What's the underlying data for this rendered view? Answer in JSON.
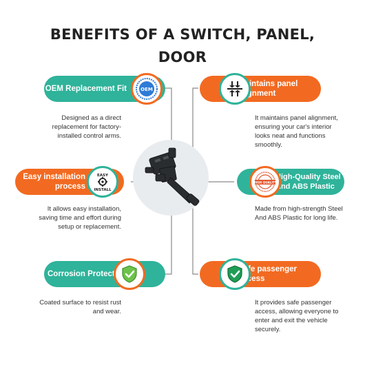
{
  "title_line1": "BENEFITS OF A SWITCH, PANEL,",
  "title_line2": "DOOR",
  "colors": {
    "teal": "#2fb39a",
    "orange": "#f26a21",
    "text": "#222222"
  },
  "features": [
    {
      "id": "oem",
      "label": "OEM Replacement Fit",
      "icon": "oem-seal-icon",
      "icon_text": "OEM",
      "description": "Designed as a direct replacement for factory-installed control arms."
    },
    {
      "id": "alignment",
      "label": "Maintains panel alignment",
      "icon": "alignment-arrows-icon",
      "description": "It maintains panel alignment, ensuring your car's interior looks neat and functions smoothly."
    },
    {
      "id": "installation",
      "label": "Easy installation process",
      "icon": "easy-install-icon",
      "icon_text_top": "EASY",
      "icon_text_bottom": "INSTALL",
      "description": "It allows easy installation, saving time and effort during setup or replacement."
    },
    {
      "id": "quality",
      "label": "High-Quality Steel And ABS Plastic",
      "icon": "high-quality-badge-icon",
      "icon_text": "HIGH QUALITY",
      "description": "Made from high-strength Steel And ABS Plastic for long life."
    },
    {
      "id": "corrosion",
      "label": "Corrosion Protection",
      "icon": "shield-check-icon",
      "description": "Coated surface to resist rust and wear."
    },
    {
      "id": "safe",
      "label": "Safe passenger access",
      "icon": "green-shield-check-icon",
      "description": "It provides safe passenger access, allowing everyone to enter and exit the vehicle securely."
    }
  ]
}
